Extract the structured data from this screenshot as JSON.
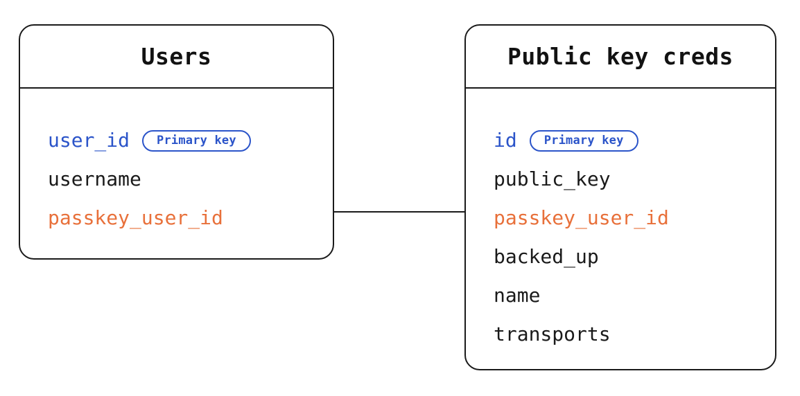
{
  "diagram": {
    "type": "entity-relationship-diagram",
    "background_color": "#ffffff",
    "colors": {
      "border": "#1a1a1a",
      "text": "#1a1a1a",
      "primary_key": "#2b54c9",
      "foreign_key": "#e8703a",
      "badge_border": "#2b54c9"
    }
  },
  "entities": [
    {
      "id": "users",
      "title": "Users",
      "fields": [
        {
          "name": "user_id",
          "style": "key",
          "badge": "Primary key"
        },
        {
          "name": "username",
          "style": "plain",
          "badge": null
        },
        {
          "name": "passkey_user_id",
          "style": "fk",
          "badge": null
        }
      ]
    },
    {
      "id": "public_key_creds",
      "title": "Public key creds",
      "fields": [
        {
          "name": "id",
          "style": "key",
          "badge": "Primary key"
        },
        {
          "name": "public_key",
          "style": "plain",
          "badge": null
        },
        {
          "name": "passkey_user_id",
          "style": "fk",
          "badge": null
        },
        {
          "name": "backed_up",
          "style": "plain",
          "badge": null
        },
        {
          "name": "name",
          "style": "plain",
          "badge": null
        },
        {
          "name": "transports",
          "style": "plain",
          "badge": null
        }
      ]
    }
  ],
  "relationships": [
    {
      "from_entity": "users",
      "from_field": "passkey_user_id",
      "to_entity": "public_key_creds",
      "to_field": "passkey_user_id"
    }
  ]
}
